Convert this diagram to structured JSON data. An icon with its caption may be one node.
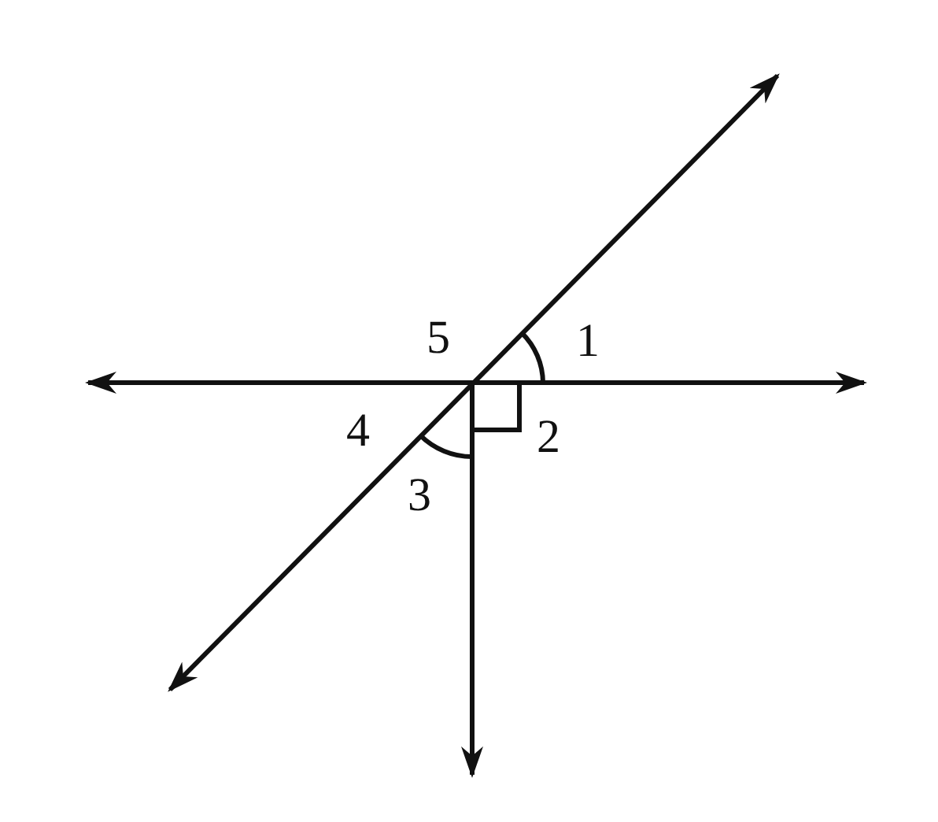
{
  "diagram": {
    "labels": [
      "5",
      "1",
      "4",
      "2",
      "3"
    ]
  }
}
